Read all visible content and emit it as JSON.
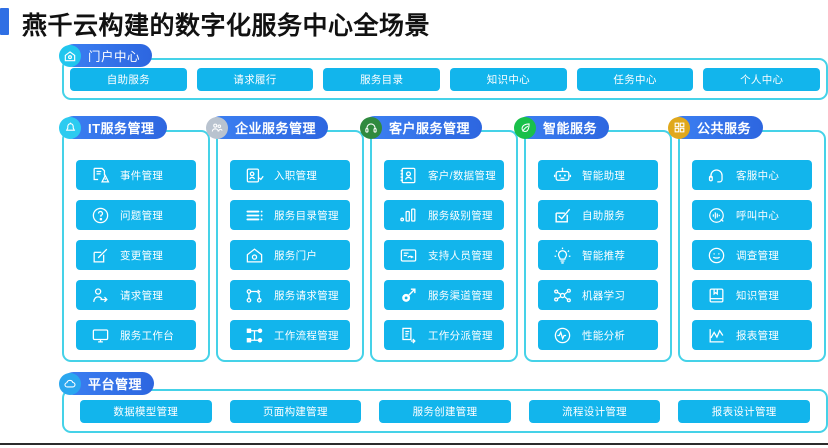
{
  "header": {
    "title": "燕千云构建的数字化服务中心全场景",
    "accent_color": "#2f6fe4"
  },
  "portal": {
    "badge": {
      "label": "门户中心",
      "icon": "home-icon",
      "icon_color": "#21c6ee"
    },
    "items": [
      {
        "label": "自助服务"
      },
      {
        "label": "请求履行"
      },
      {
        "label": "服务目录"
      },
      {
        "label": "知识中心"
      },
      {
        "label": "任务中心"
      },
      {
        "label": "个人中心"
      }
    ]
  },
  "columns": [
    {
      "badge": {
        "label": "IT服务管理",
        "icon": "alarm-bell-icon",
        "icon_color": "#2ccbf0"
      },
      "items": [
        {
          "label": "事件管理",
          "icon": "document-alert-icon"
        },
        {
          "label": "问题管理",
          "icon": "question-circle-icon"
        },
        {
          "label": "变更管理",
          "icon": "edit-square-icon"
        },
        {
          "label": "请求管理",
          "icon": "person-arrow-icon"
        },
        {
          "label": "服务工作台",
          "icon": "monitor-icon"
        }
      ]
    },
    {
      "badge": {
        "label": "企业服务管理",
        "icon": "people-icon",
        "icon_color": "#b9c3cf"
      },
      "items": [
        {
          "label": "入职管理",
          "icon": "id-card-check-icon"
        },
        {
          "label": "服务目录管理",
          "icon": "list-lines-icon"
        },
        {
          "label": "服务门户",
          "icon": "home-outline-icon"
        },
        {
          "label": "服务请求管理",
          "icon": "branch-nodes-icon"
        },
        {
          "label": "工作流程管理",
          "icon": "workflow-icon"
        }
      ]
    },
    {
      "badge": {
        "label": "客户服务管理",
        "icon": "headset-icon",
        "icon_color": "#2f8a3e"
      },
      "items": [
        {
          "label": "客户/数据管理",
          "icon": "contact-card-icon"
        },
        {
          "label": "服务级别管理",
          "icon": "bar-chart-icon"
        },
        {
          "label": "支持人员管理",
          "icon": "support-card-icon"
        },
        {
          "label": "服务渠道管理",
          "icon": "channel-arrow-icon"
        },
        {
          "label": "工作分派管理",
          "icon": "assign-doc-icon"
        }
      ]
    },
    {
      "badge": {
        "label": "智能服务",
        "icon": "ai-leaf-icon",
        "icon_color": "#19c04a"
      },
      "items": [
        {
          "label": "智能助理",
          "icon": "robot-icon"
        },
        {
          "label": "自助服务",
          "icon": "checkbox-icon"
        },
        {
          "label": "智能推荐",
          "icon": "lightbulb-icon"
        },
        {
          "label": "机器学习",
          "icon": "nodes-graph-icon"
        },
        {
          "label": "性能分析",
          "icon": "pulse-circle-icon"
        }
      ]
    },
    {
      "badge": {
        "label": "公共服务",
        "icon": "grid-squares-icon",
        "icon_color": "#e0a81c"
      },
      "items": [
        {
          "label": "客服中心",
          "icon": "headphone-icon"
        },
        {
          "label": "呼叫中心",
          "icon": "call-wave-icon"
        },
        {
          "label": "调查管理",
          "icon": "smiley-icon"
        },
        {
          "label": "知识管理",
          "icon": "book-icon"
        },
        {
          "label": "报表管理",
          "icon": "line-chart-icon"
        }
      ]
    }
  ],
  "platform": {
    "badge": {
      "label": "平台管理",
      "icon": "cloud-icon",
      "icon_color": "#2aa7ef"
    },
    "items": [
      {
        "label": "数据模型管理"
      },
      {
        "label": "页面构建管理"
      },
      {
        "label": "服务创建管理"
      },
      {
        "label": "流程设计管理"
      },
      {
        "label": "报表设计管理"
      }
    ]
  },
  "colors": {
    "button_blue": "#12b5ec",
    "panel_border": "#45d2e8",
    "badge_blue": "#2d66e0"
  }
}
